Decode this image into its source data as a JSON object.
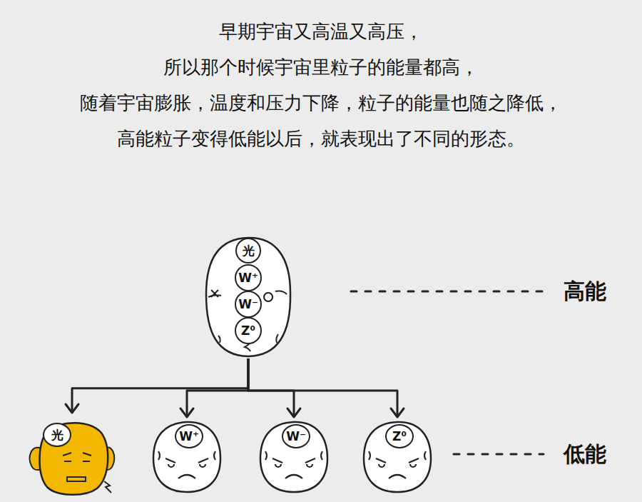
{
  "diagram": {
    "nodes": [
      {
        "text": []
      },
      {
        "text": [
          "光"
        ],
        "in": 0
      },
      {
        "text": [
          "W⁺"
        ],
        "in": 0
      },
      {
        "text": [
          "W⁻"
        ],
        "in": 0
      },
      {
        "text": [
          "Z⁰"
        ],
        "in": 0
      },
      {
        "text": [
          "光"
        ]
      },
      {
        "text": [
          "W⁺"
        ]
      },
      {
        "text": [
          "W⁻"
        ]
      },
      {
        "text": [
          "Z⁰"
        ]
      }
    ],
    "edges": [
      {
        "from": 0,
        "to": 5,
        "arrow": "to"
      },
      {
        "from": 0,
        "to": 6,
        "arrow": "to"
      },
      {
        "from": 0,
        "to": 7,
        "arrow": "to"
      },
      {
        "from": 0,
        "to": 8,
        "arrow": "to"
      }
    ],
    "labels": [
      "早期宇宙又高温又高压，",
      "所以那个时候宇宙里粒子的能量都高，",
      "随着宇宙膨胀，温度和压力下降，粒子的能量也随之降低，",
      "高能粒子变得低能以后，就表现出了不同的形态。",
      "高能",
      "低能"
    ]
  }
}
